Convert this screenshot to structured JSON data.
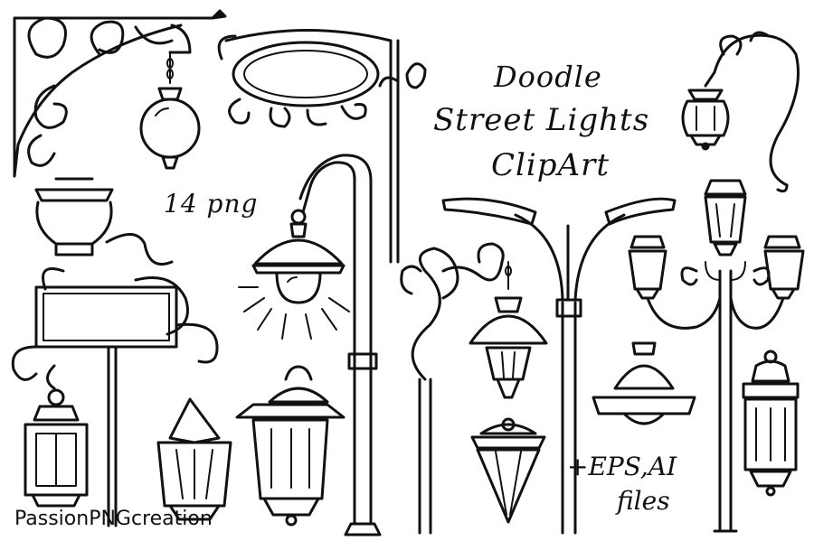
{
  "title": {
    "line1": "Doodle",
    "line2": "Street Lights",
    "line3": "ClipArt"
  },
  "file_count": "14 png",
  "formats": {
    "line1": "+EPS,AI",
    "line2": "files"
  },
  "brand": "PassionPNGcreation",
  "colors": {
    "background": "#ffffff",
    "ink": "#111111"
  }
}
